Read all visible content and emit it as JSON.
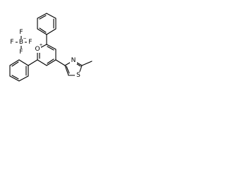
{
  "structure": {
    "counterion": {
      "atoms": {
        "boron": {
          "symbol": "B",
          "charge": "−"
        },
        "fluorine_top": {
          "symbol": "F"
        },
        "fluorine_left": {
          "symbol": "F"
        },
        "fluorine_right": {
          "symbol": "F"
        },
        "fluorine_bottom": {
          "symbol": "F"
        }
      }
    },
    "cation": {
      "atoms": {
        "oxygen": {
          "symbol": "O",
          "charge": "+"
        },
        "thiazole_nitrogen": {
          "symbol": "N"
        },
        "thiazole_sulfur": {
          "symbol": "S"
        }
      }
    }
  }
}
